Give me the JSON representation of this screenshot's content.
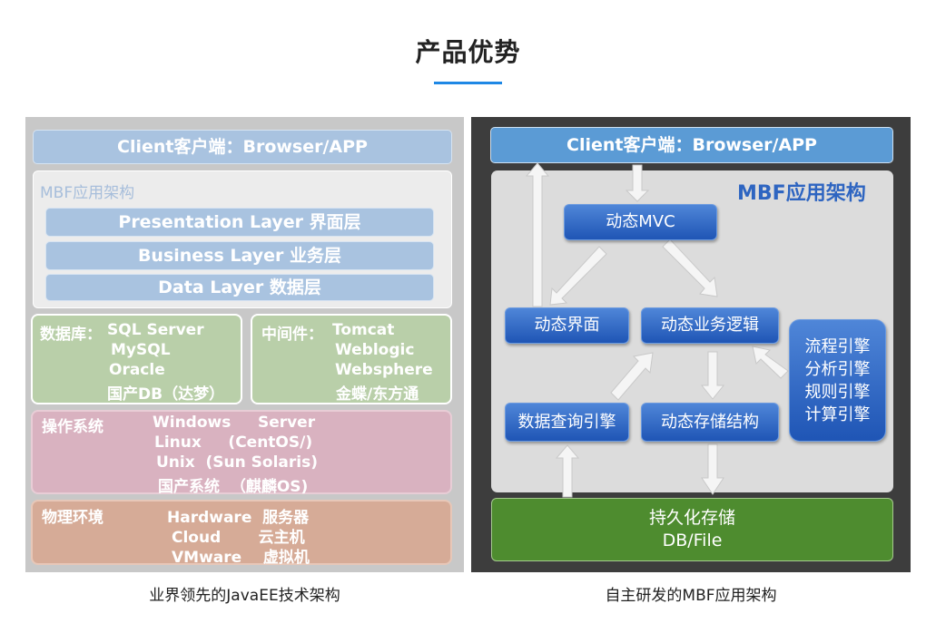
{
  "title": "产品优势",
  "left": {
    "client": "Client客户端：Browser/APP",
    "mbf_label": "MBF应用架构",
    "layers": [
      "Presentation Layer 界面层",
      "Business Layer 业务层",
      "Data Layer 数据层"
    ],
    "database": {
      "label": "数据库：",
      "items": [
        "SQL Server",
        "MySQL",
        "Oracle",
        "国产DB（达梦）"
      ]
    },
    "middleware": {
      "label": "中间件：",
      "items": [
        "Tomcat",
        "Weblogic",
        "Websphere",
        "金蝶/东方通"
      ]
    },
    "os": {
      "label": "操作系统",
      "items": [
        "Windows     Server",
        "Linux     (CentOS/)",
        "Unix  (Sun Solaris)",
        "国产系统  （麒麟OS)"
      ]
    },
    "physical": {
      "label": "物理环境",
      "items": [
        "Hardware  服务器",
        "Cloud       云主机",
        "VMware    虚拟机"
      ]
    },
    "caption": "业界领先的JavaEE技术架构"
  },
  "right": {
    "client": "Client客户端：Browser/APP",
    "mbf_label": "MBF应用架构",
    "mvc": "动态MVC",
    "ui": "动态界面",
    "biz": "动态业务逻辑",
    "query": "数据查询引擎",
    "storage_struct": "动态存储结构",
    "engines": [
      "流程引擎",
      "分析引擎",
      "规则引擎",
      "计算引擎"
    ],
    "persist": [
      "持久化存储",
      "DB/File"
    ],
    "caption": "自主研发的MBF应用架构"
  }
}
